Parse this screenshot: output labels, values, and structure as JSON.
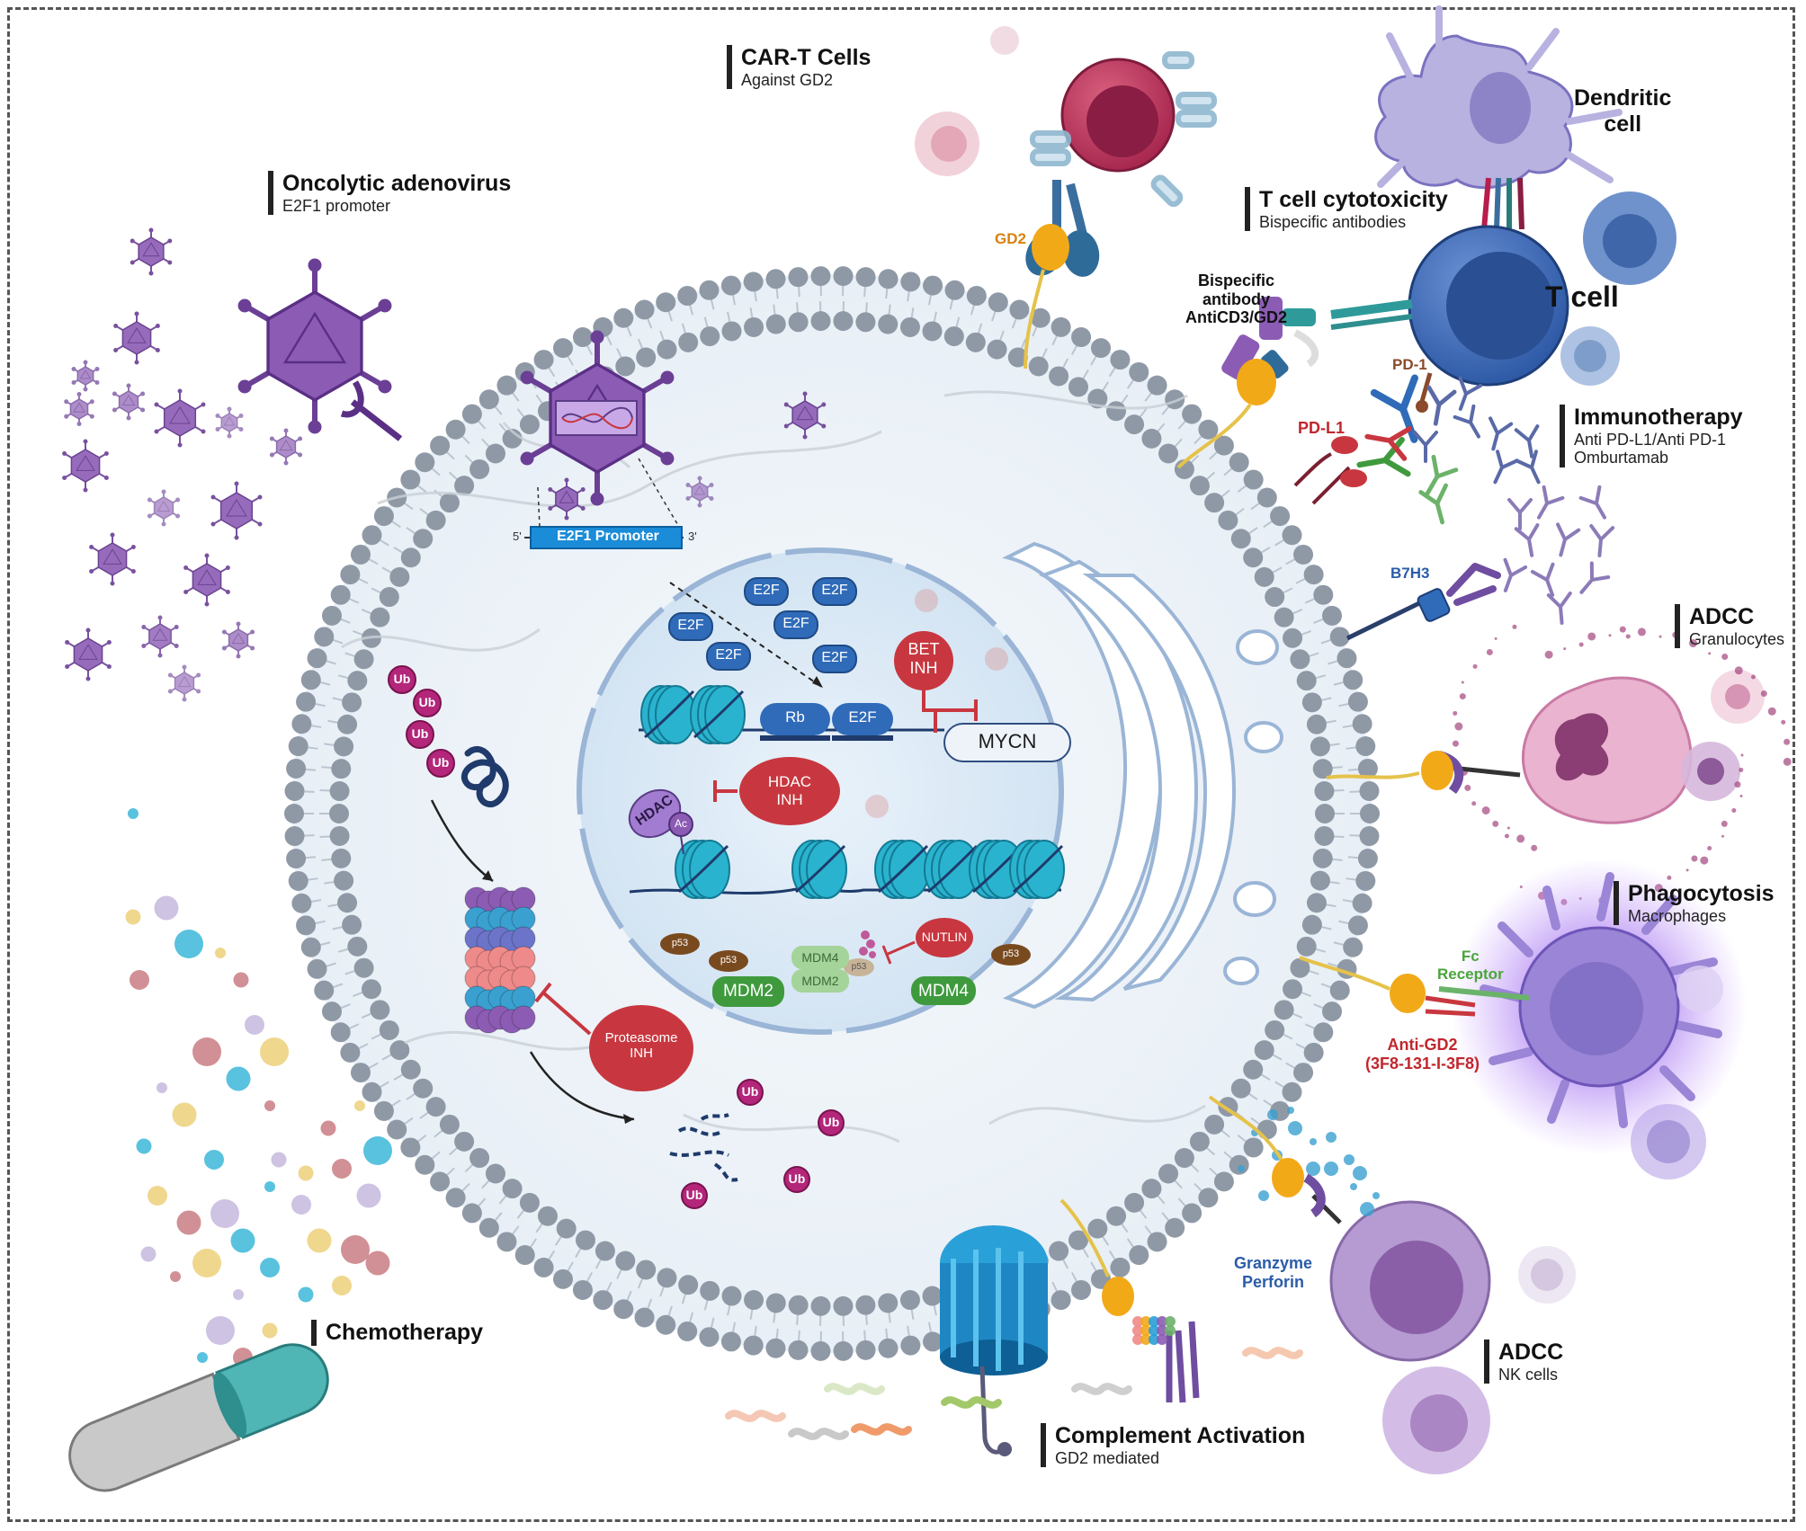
{
  "colors": {
    "membrane_head": "#8f99a6",
    "virus": "#8c5cb4",
    "gd2": "#f2a918",
    "inhibitor": "#c8373f",
    "e2f": "#2f6bb8",
    "mdm": "#3f9a3d",
    "ub": "#b3267a",
    "label_red": "#c0272d",
    "label_orange": "#d98010",
    "label_blue": "#2a5ca8",
    "label_green": "#4aa53a",
    "label_brown": "#8a4a2b"
  },
  "icons": [
    "adenovirus-icon",
    "car-t-cell-icon",
    "dendritic-cell-icon",
    "t-cell-icon",
    "bispecific-antibody-icon",
    "antibody-icon",
    "granulocyte-icon",
    "macrophage-icon",
    "nk-cell-icon",
    "complement-complex-icon",
    "pill-capsule-icon",
    "proteasome-icon",
    "nucleosome-icon",
    "ubiquitin-icon",
    "endoplasmic-reticulum-icon"
  ],
  "headings": {
    "car_t": {
      "title": "CAR-T Cells",
      "subtitle": "Against GD2"
    },
    "oncolytic": {
      "title": "Oncolytic adenovirus",
      "subtitle": "E2F1 promoter"
    },
    "t_cell_cytotoxicity": {
      "title": "T cell cytotoxicity",
      "subtitle": "Bispecific antibodies"
    },
    "immunotherapy": {
      "title": "Immunotherapy",
      "subtitle_1": "Anti PD-L1/Anti PD-1",
      "subtitle_2": "Omburtamab"
    },
    "adcc_granulocytes": {
      "title": "ADCC",
      "subtitle": "Granulocytes"
    },
    "phagocytosis": {
      "title": "Phagocytosis",
      "subtitle": "Macrophages"
    },
    "chemotherapy": {
      "title": "Chemotherapy"
    },
    "complement": {
      "title": "Complement Activation",
      "subtitle": "GD2 mediated"
    },
    "adcc_nk": {
      "title": "ADCC",
      "subtitle": "NK cells"
    }
  },
  "labels": {
    "dendritic_cell_1": "Dendritic",
    "dendritic_cell_2": "cell",
    "t_cell": "T cell",
    "gd2": "GD2",
    "bispecific_1": "Bispecific",
    "bispecific_2": "antibody",
    "bispecific_3": "AntiCD3/GD2",
    "pd1": "PD-1",
    "pdl1": "PD-L1",
    "b7h3": "B7H3",
    "fc_receptor_1": "Fc",
    "fc_receptor_2": "Receptor",
    "anti_gd2_1": "Anti-GD2",
    "anti_gd2_2": "(3F8-131-I-3F8)",
    "granzyme": "Granzyme",
    "perforin": "Perforin"
  },
  "nucleus": {
    "promoter": "E2F1 Promoter",
    "promoter_5": "5'",
    "promoter_3": "3'",
    "e2f": "E2F",
    "rb": "Rb",
    "bet_inh_1": "BET",
    "bet_inh_2": "INH",
    "mycn": "MYCN",
    "hdac_inh_1": "HDAC",
    "hdac_inh_2": "INH",
    "hdac": "HDAC",
    "ac": "Ac",
    "nutlin": "NUTLIN",
    "p53": "p53",
    "mdm2": "MDM2",
    "mdm4": "MDM4"
  },
  "cytoplasm": {
    "ub": "Ub",
    "proteasome_inh_1": "Proteasome",
    "proteasome_inh_2": "INH"
  }
}
